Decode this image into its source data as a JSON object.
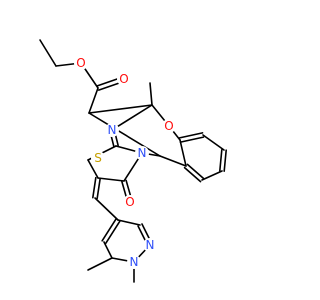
{
  "colors": {
    "bond": "#000000",
    "O": "#ff0d0d",
    "N": "#3050f8",
    "S": "#c6a000",
    "background": "#ffffff"
  },
  "atoms": [
    {
      "id": "O-ester-carbonyl",
      "symbol": "O",
      "element": "O"
    },
    {
      "id": "O-ester-ether",
      "symbol": "O",
      "element": "O"
    },
    {
      "id": "O-ring-ether",
      "symbol": "O",
      "element": "O"
    },
    {
      "id": "N-imine",
      "symbol": "N",
      "element": "N"
    },
    {
      "id": "N-amide",
      "symbol": "N",
      "element": "N"
    },
    {
      "id": "S-thiazole",
      "symbol": "S",
      "element": "S"
    },
    {
      "id": "O-lactam",
      "symbol": "O",
      "element": "O"
    },
    {
      "id": "N-pyrazole-1",
      "symbol": "N",
      "element": "N"
    },
    {
      "id": "N-pyrazole-2",
      "symbol": "N",
      "element": "N"
    }
  ]
}
